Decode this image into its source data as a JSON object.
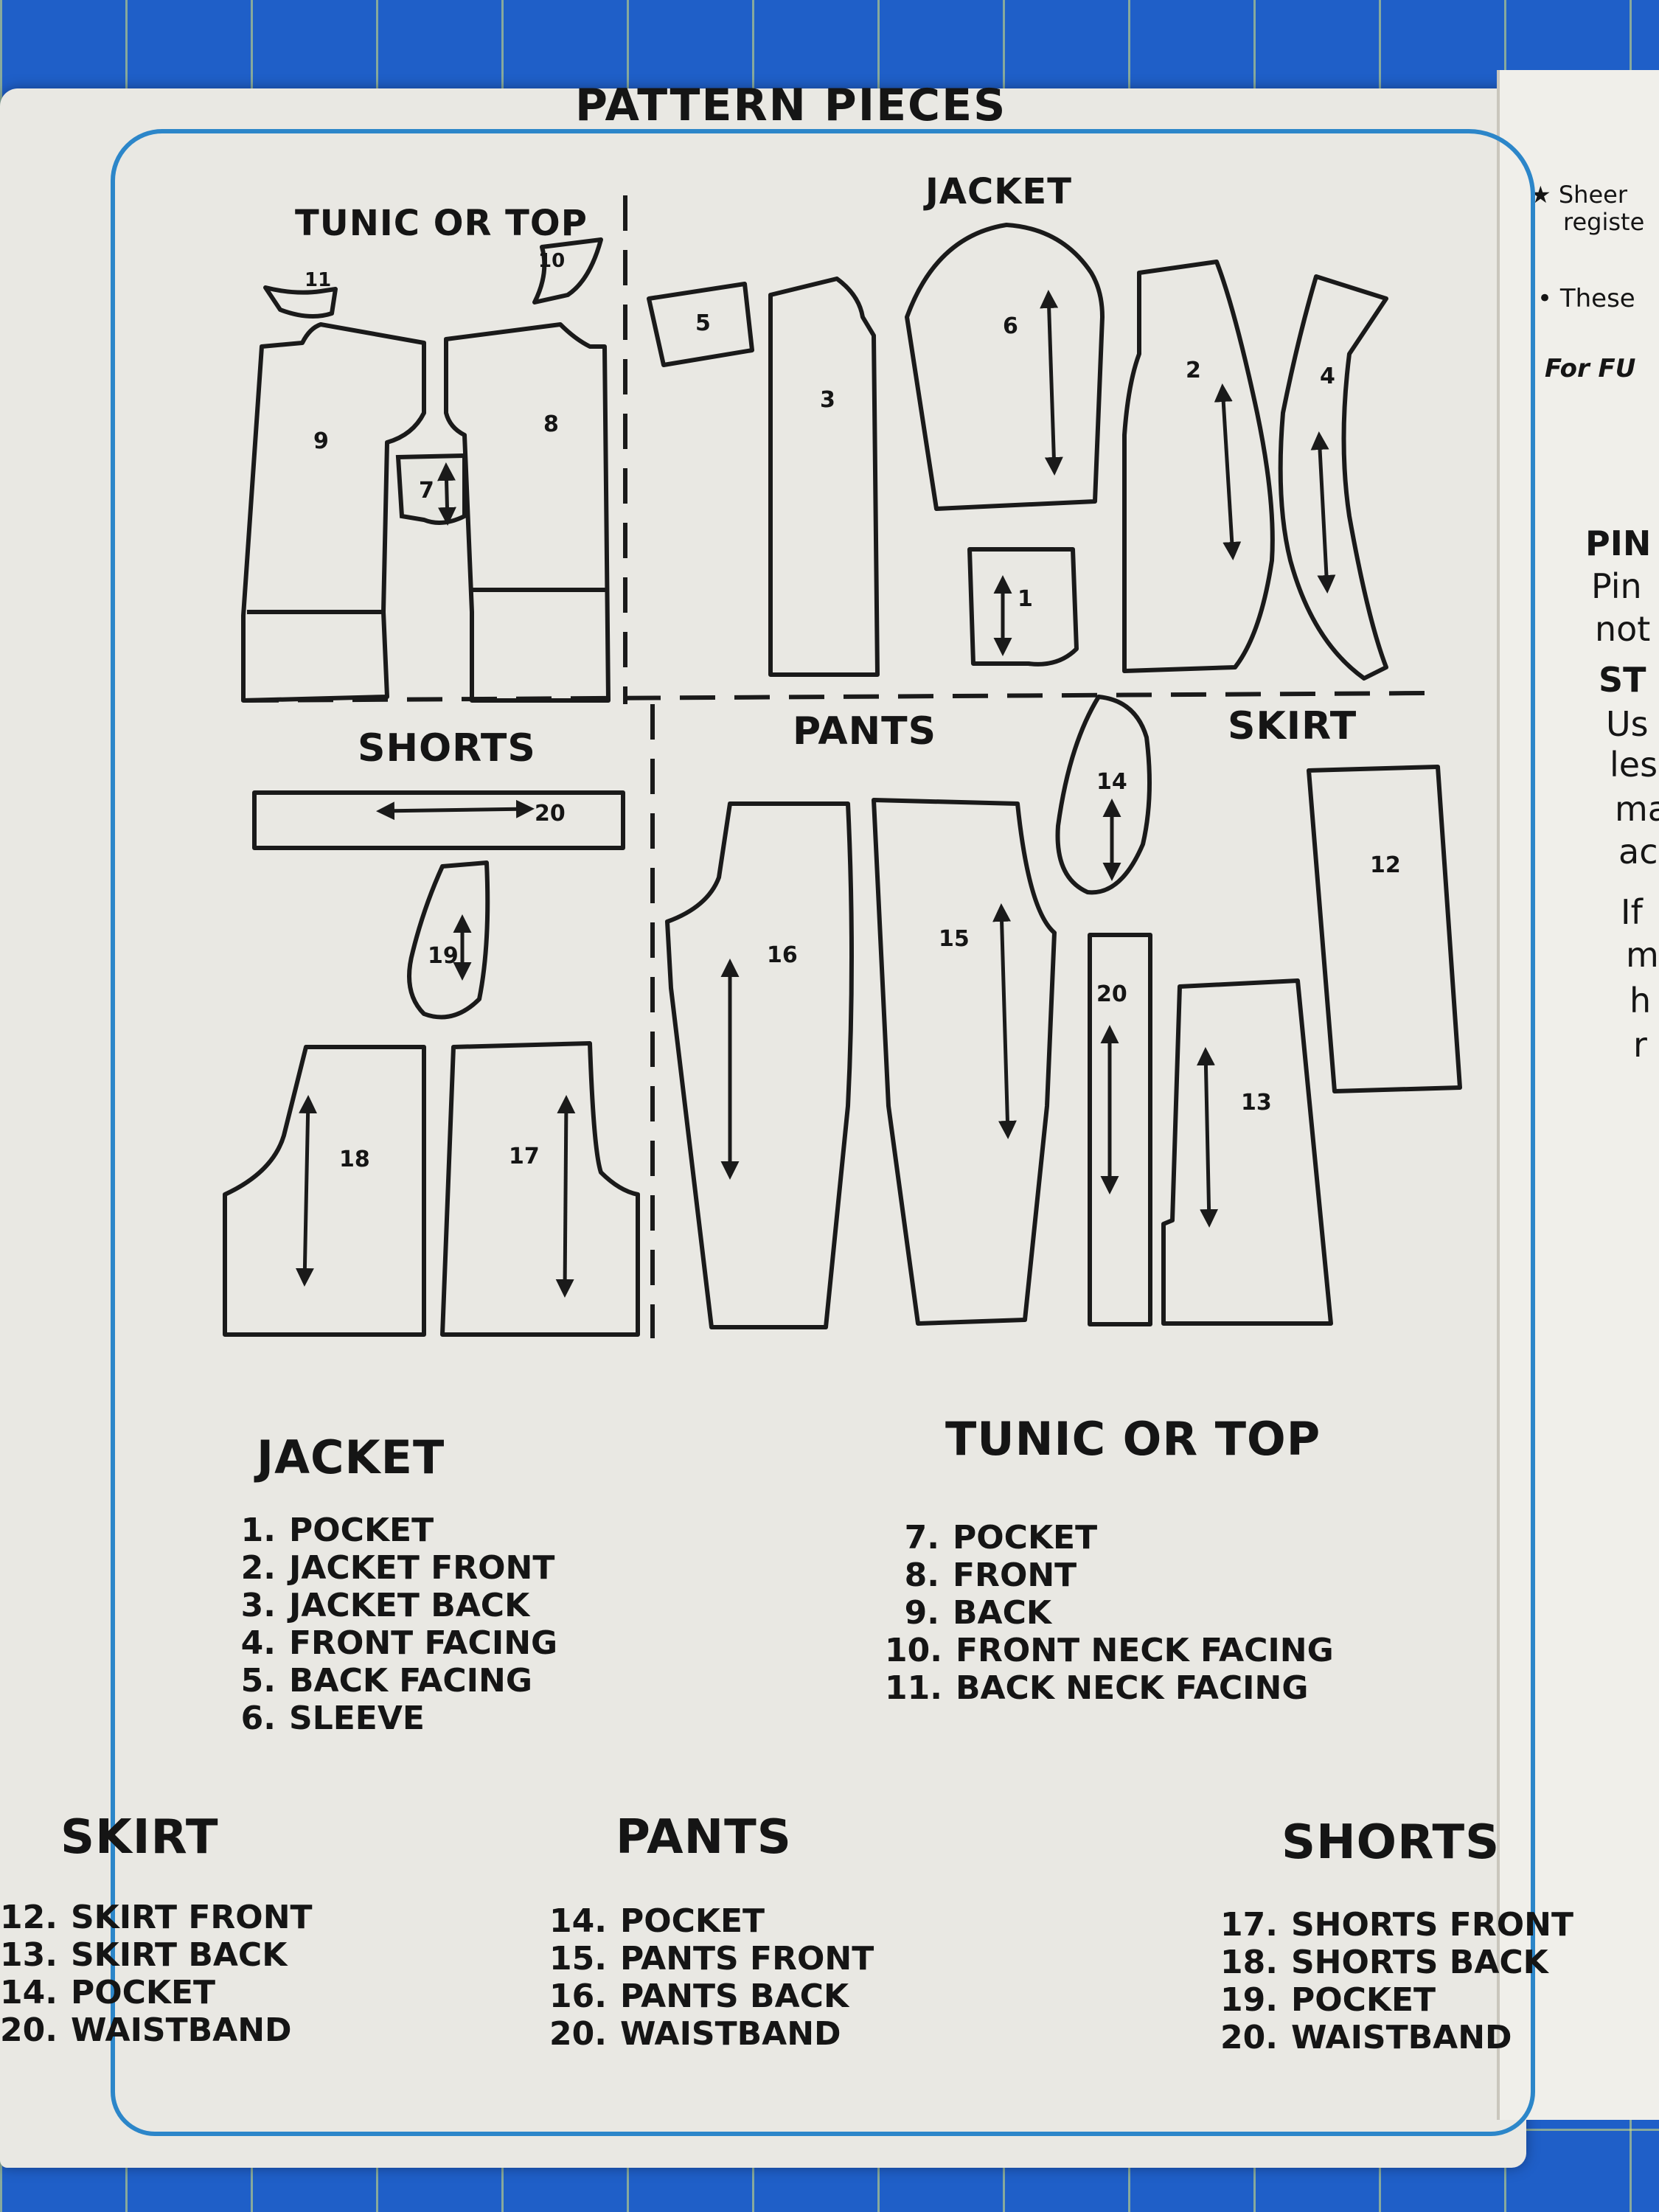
{
  "title": "PATTERN PIECES",
  "diagram_headers": {
    "tunic": "TUNIC OR TOP",
    "jacket": "JACKET",
    "shorts": "SHORTS",
    "pants": "PANTS",
    "skirt": "SKIRT"
  },
  "piece_numbers": [
    "1",
    "2",
    "3",
    "4",
    "5",
    "6",
    "7",
    "8",
    "9",
    "10",
    "11",
    "12",
    "13",
    "14",
    "15",
    "16",
    "17",
    "18",
    "19",
    "20"
  ],
  "lists": {
    "jacket": {
      "header": "JACKET",
      "items": [
        {
          "num": "1.",
          "label": "POCKET"
        },
        {
          "num": "2.",
          "label": "JACKET FRONT"
        },
        {
          "num": "3.",
          "label": "JACKET BACK"
        },
        {
          "num": "4.",
          "label": "FRONT FACING"
        },
        {
          "num": "5.",
          "label": "BACK FACING"
        },
        {
          "num": "6.",
          "label": "SLEEVE"
        }
      ]
    },
    "tunic": {
      "header": "TUNIC OR TOP",
      "items": [
        {
          "num": "7.",
          "label": "POCKET"
        },
        {
          "num": "8.",
          "label": "FRONT"
        },
        {
          "num": "9.",
          "label": "BACK"
        },
        {
          "num": "10.",
          "label": "FRONT NECK FACING"
        },
        {
          "num": "11.",
          "label": "BACK NECK FACING"
        }
      ]
    },
    "skirt": {
      "header": "SKIRT",
      "items": [
        {
          "num": "12.",
          "label": "SKIRT FRONT"
        },
        {
          "num": "13.",
          "label": "SKIRT BACK"
        },
        {
          "num": "14.",
          "label": "POCKET"
        },
        {
          "num": "20.",
          "label": "WAISTBAND"
        }
      ]
    },
    "pants": {
      "header": "PANTS",
      "items": [
        {
          "num": "14.",
          "label": "POCKET"
        },
        {
          "num": "15.",
          "label": "PANTS FRONT"
        },
        {
          "num": "16.",
          "label": "PANTS BACK"
        },
        {
          "num": "20.",
          "label": "WAISTBAND"
        }
      ]
    },
    "shorts": {
      "header": "SHORTS",
      "items": [
        {
          "num": "17.",
          "label": "SHORTS FRONT"
        },
        {
          "num": "18.",
          "label": "SHORTS BACK"
        },
        {
          "num": "19.",
          "label": "POCKET"
        },
        {
          "num": "20.",
          "label": "WAISTBAND"
        }
      ]
    }
  },
  "sidebar_fragments": [
    "★ Sheer",
    "registe",
    "• These",
    "For FU",
    "PIN",
    "Pin",
    "not",
    "ST",
    "Us",
    "les",
    "ma",
    "ac",
    "If",
    "m",
    "h",
    "r"
  ],
  "colors": {
    "frame": "#2c86c9",
    "mat": "#1f5fc8",
    "paper": "#e9e8e3"
  }
}
